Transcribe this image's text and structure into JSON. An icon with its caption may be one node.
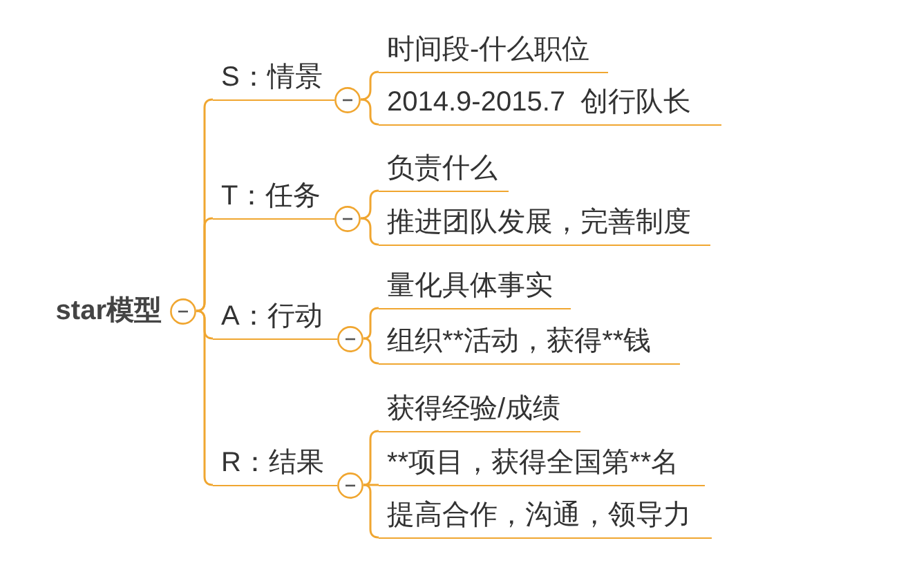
{
  "diagram": {
    "nodes": [
      {
        "text": [
          "star模型"
        ]
      },
      {
        "text": [
          "S：情景"
        ]
      },
      {
        "text": [
          "时间段-什么职位"
        ]
      },
      {
        "text": [
          "2014.9-2015.7  创行队长"
        ]
      },
      {
        "text": [
          "T：任务"
        ]
      },
      {
        "text": [
          "负责什么"
        ]
      },
      {
        "text": [
          "推进团队发展，完善制度"
        ]
      },
      {
        "text": [
          "A：行动"
        ]
      },
      {
        "text": [
          "量化具体事实"
        ]
      },
      {
        "text": [
          "组织**活动，获得**钱"
        ]
      },
      {
        "text": [
          "R：结果"
        ]
      },
      {
        "text": [
          "获得经验/成绩"
        ]
      },
      {
        "text": [
          "**项目，获得全国第**名"
        ]
      },
      {
        "text": [
          "提高合作，沟通，领导力"
        ]
      }
    ],
    "edges": [
      {
        "from": 0,
        "to": 1,
        "arrow": "none"
      },
      {
        "from": 0,
        "to": 4,
        "arrow": "none"
      },
      {
        "from": 0,
        "to": 7,
        "arrow": "none"
      },
      {
        "from": 0,
        "to": 10,
        "arrow": "none"
      },
      {
        "from": 1,
        "to": 2,
        "arrow": "none"
      },
      {
        "from": 1,
        "to": 3,
        "arrow": "none"
      },
      {
        "from": 4,
        "to": 5,
        "arrow": "none"
      },
      {
        "from": 4,
        "to": 6,
        "arrow": "none"
      },
      {
        "from": 7,
        "to": 8,
        "arrow": "none"
      },
      {
        "from": 7,
        "to": 9,
        "arrow": "none"
      },
      {
        "from": 10,
        "to": 11,
        "arrow": "none"
      },
      {
        "from": 10,
        "to": 12,
        "arrow": "none"
      },
      {
        "from": 10,
        "to": 13,
        "arrow": "none"
      }
    ]
  }
}
